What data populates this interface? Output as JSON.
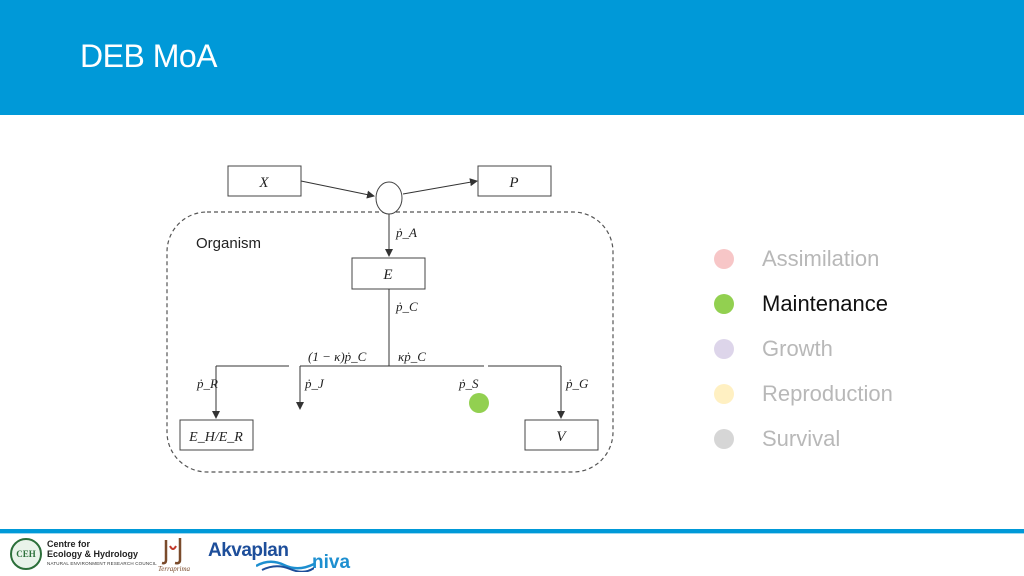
{
  "header": {
    "title": "DEB MoA"
  },
  "diagram": {
    "boxes": {
      "x": "X",
      "p": "P",
      "e": "E",
      "eh_er": "E_H/E_R",
      "v": "V"
    },
    "container_label": "Organism",
    "flows": {
      "pa": "ṗ_A",
      "pc": "ṗ_C",
      "one_minus_kappa_pc": "(1 − κ)ṗ_C",
      "kappa_pc": "κṗ_C",
      "pr": "ṗ_R",
      "pj": "ṗ_J",
      "ps": "ṗ_S",
      "pg": "ṗ_G"
    },
    "highlight_color": "#92d050"
  },
  "legend": {
    "items": [
      {
        "label": "Assimilation",
        "color": "#f7c6c7",
        "active": false
      },
      {
        "label": "Maintenance",
        "color": "#92d050",
        "active": true
      },
      {
        "label": "Growth",
        "color": "#ddd5ea",
        "active": false
      },
      {
        "label": "Reproduction",
        "color": "#fff0c2",
        "active": false
      },
      {
        "label": "Survival",
        "color": "#d6d6d6",
        "active": false
      }
    ]
  },
  "footer": {
    "ceh": {
      "abbr": "CEH",
      "line1": "Centre for",
      "line2": "Ecology & Hydrology",
      "line3": "NATURAL ENVIRONMENT RESEARCH COUNCIL"
    },
    "terra": {
      "name": "Terraprima"
    },
    "akva": {
      "part1": "Akvaplan",
      "part2": "niva"
    }
  }
}
